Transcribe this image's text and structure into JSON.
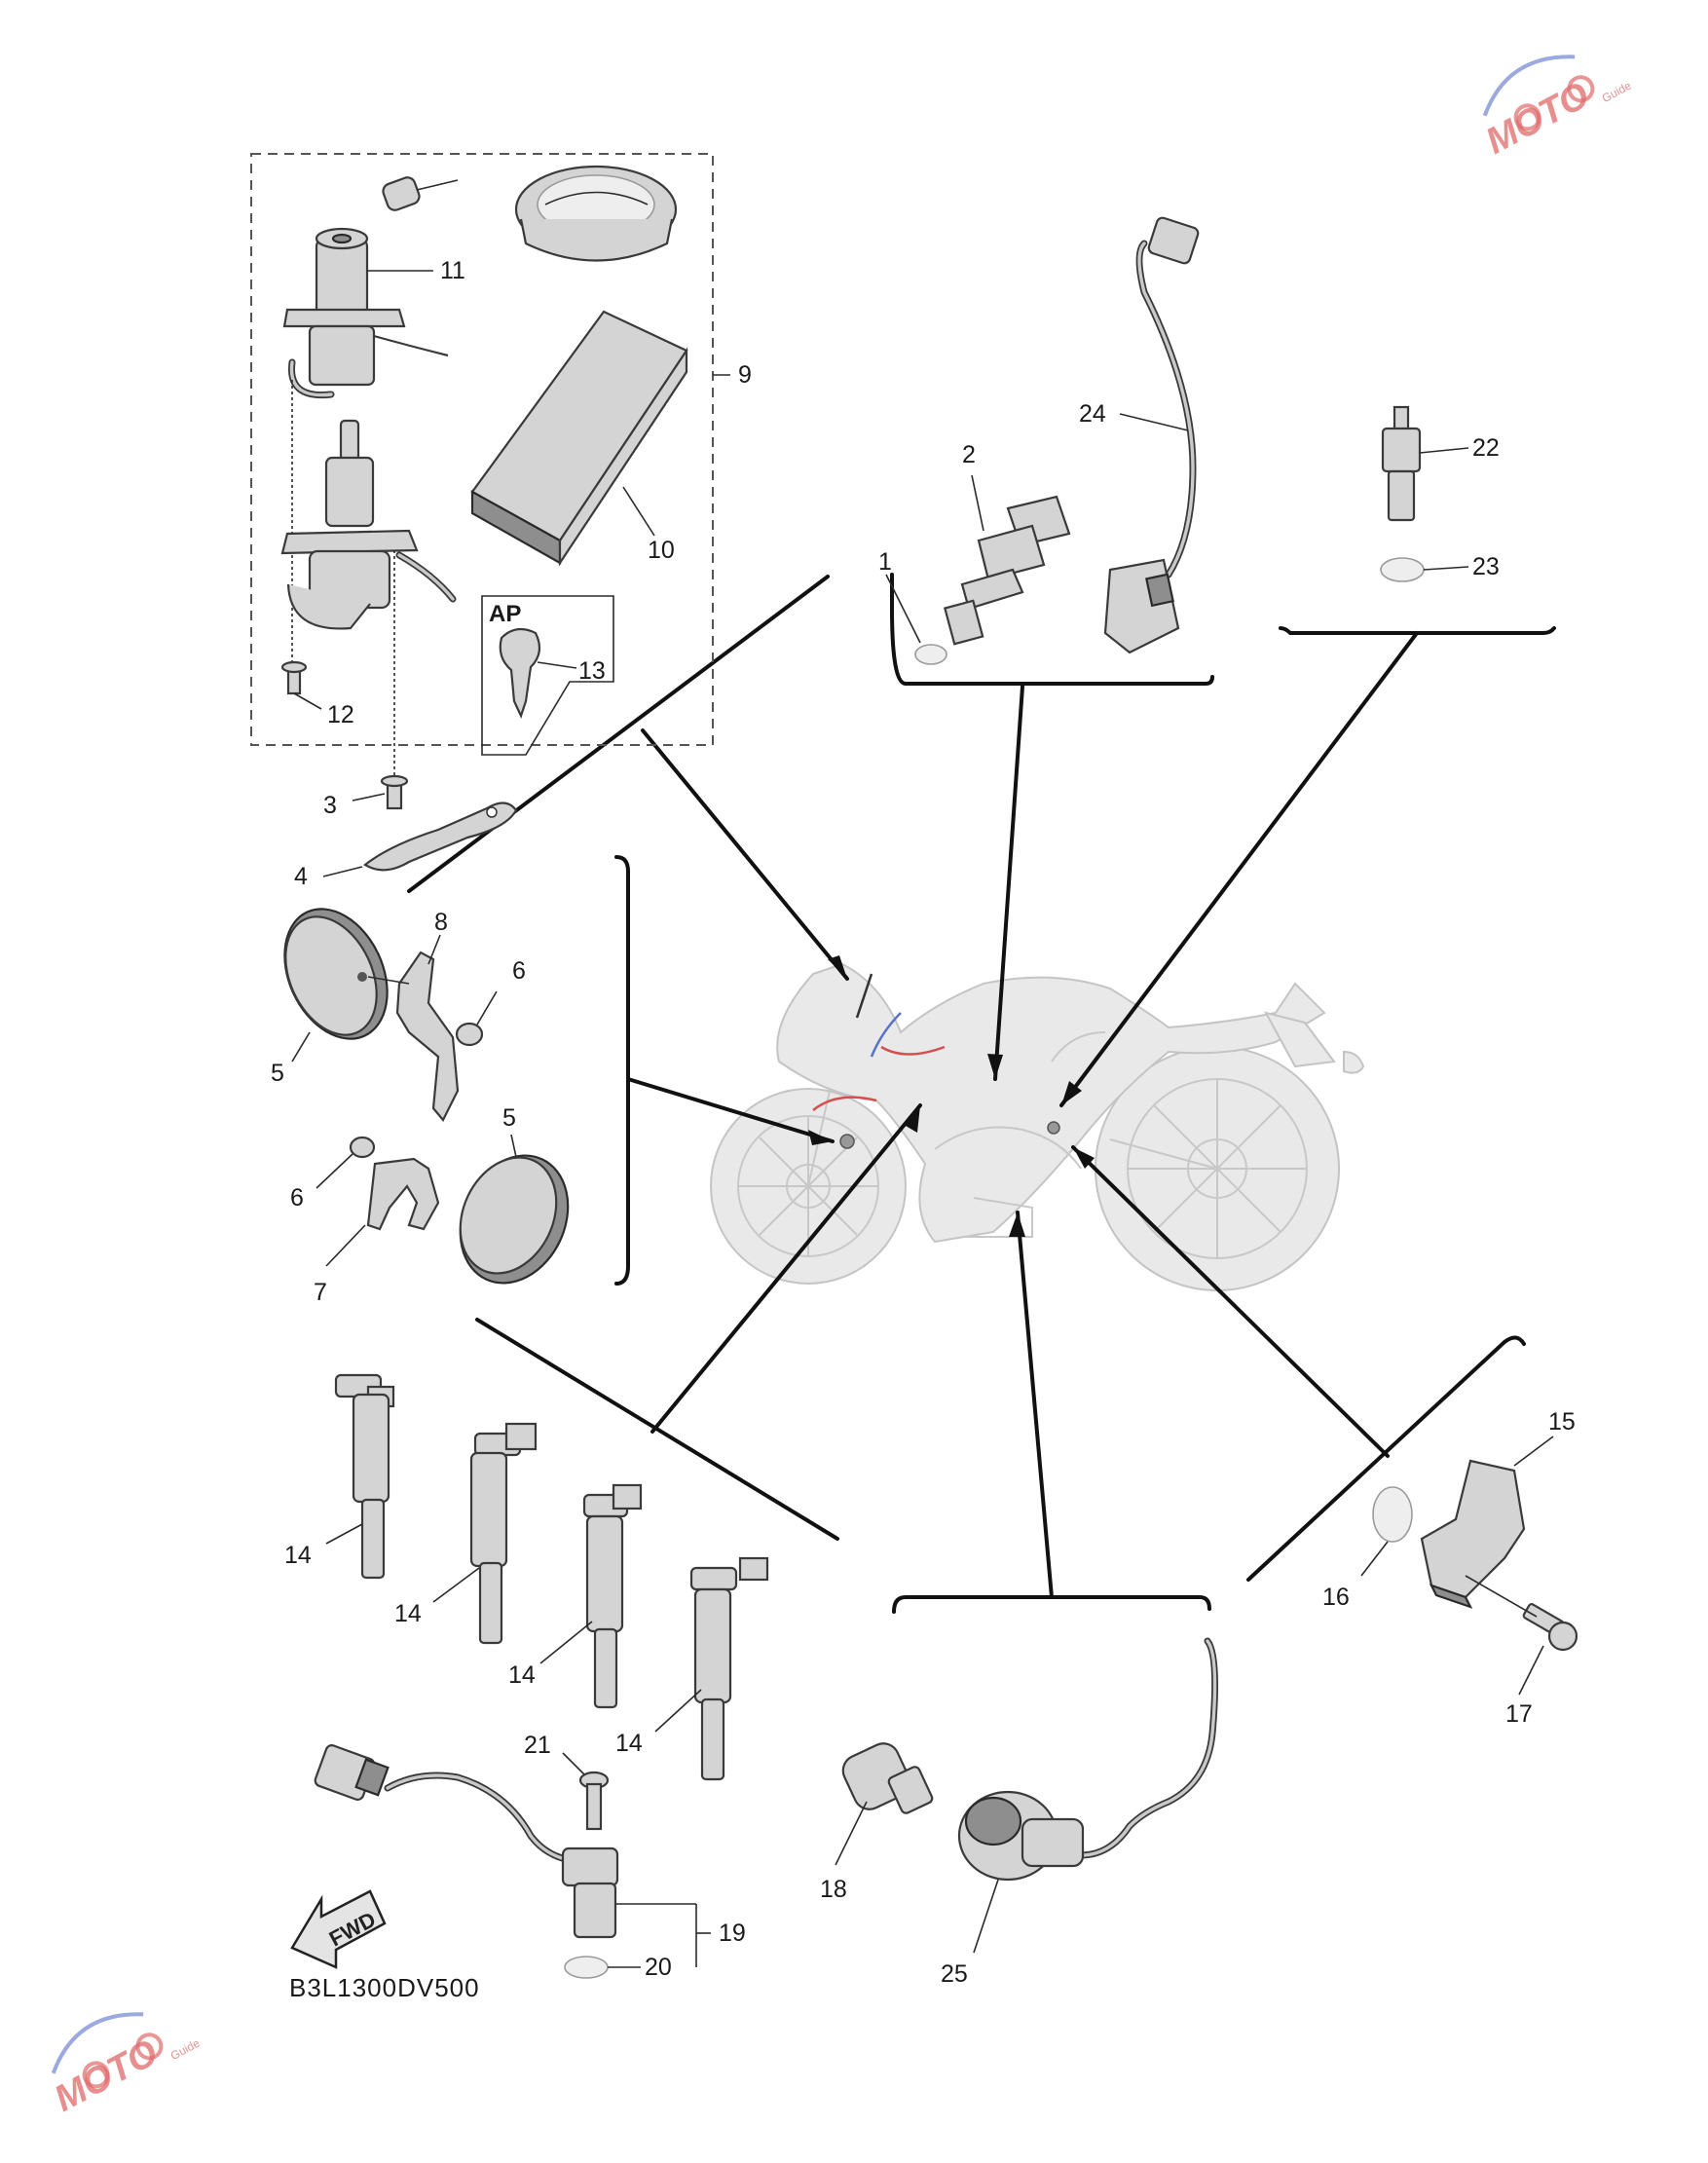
{
  "diagram": {
    "drawing_code": "B3L1300DV500",
    "ap_label": "AP",
    "fwd_label": "FWD",
    "watermark": {
      "text": "MOTO",
      "sub": "Guide",
      "color": "#e06a6a"
    },
    "callouts": {
      "c1": "1",
      "c2": "2",
      "c3": "3",
      "c4": "4",
      "c5a": "5",
      "c5b": "5",
      "c6a": "6",
      "c6b": "6",
      "c7": "7",
      "c8": "8",
      "c9": "9",
      "c10": "10",
      "c11": "11",
      "c12": "12",
      "c13": "13",
      "c14a": "14",
      "c14b": "14",
      "c14c": "14",
      "c14d": "14",
      "c15": "15",
      "c16": "16",
      "c17": "17",
      "c18": "18",
      "c19": "19",
      "c20": "20",
      "c21": "21",
      "c22": "22",
      "c23": "23",
      "c24": "24",
      "c25": "25"
    }
  }
}
